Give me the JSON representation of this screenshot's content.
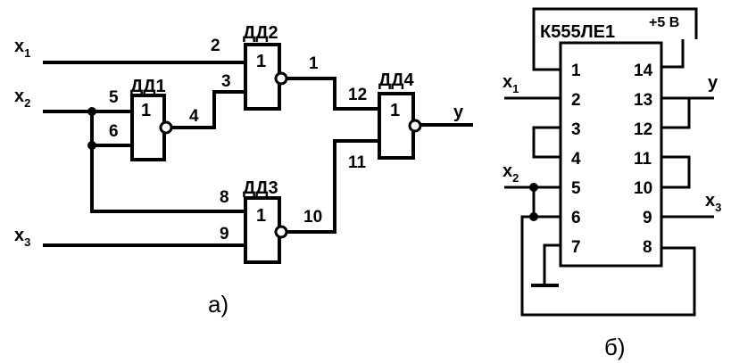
{
  "circuit": {
    "inputs": [
      {
        "base": "x",
        "index": "1"
      },
      {
        "base": "x",
        "index": "2"
      },
      {
        "base": "x",
        "index": "3"
      }
    ],
    "output": "y",
    "gates": [
      {
        "name": "ДД1",
        "symbol": "1"
      },
      {
        "name": "ДД2",
        "symbol": "1"
      },
      {
        "name": "ДД3",
        "symbol": "1"
      },
      {
        "name": "ДД4",
        "symbol": "1"
      }
    ],
    "pins": [
      "2",
      "3",
      "1",
      "5",
      "6",
      "4",
      "12",
      "11",
      "8",
      "9",
      "10"
    ],
    "caption": "а)"
  },
  "chip": {
    "name": "К555ЛЕ1",
    "power": "+5 В",
    "left_pins": [
      "1",
      "2",
      "3",
      "4",
      "5",
      "6",
      "7"
    ],
    "right_pins": [
      "14",
      "13",
      "12",
      "11",
      "10",
      "9",
      "8"
    ],
    "inputs": [
      {
        "base": "x",
        "index": "1"
      },
      {
        "base": "x",
        "index": "2"
      }
    ],
    "output_x": {
      "base": "x",
      "index": "3"
    },
    "output": "y",
    "caption": "б)"
  }
}
